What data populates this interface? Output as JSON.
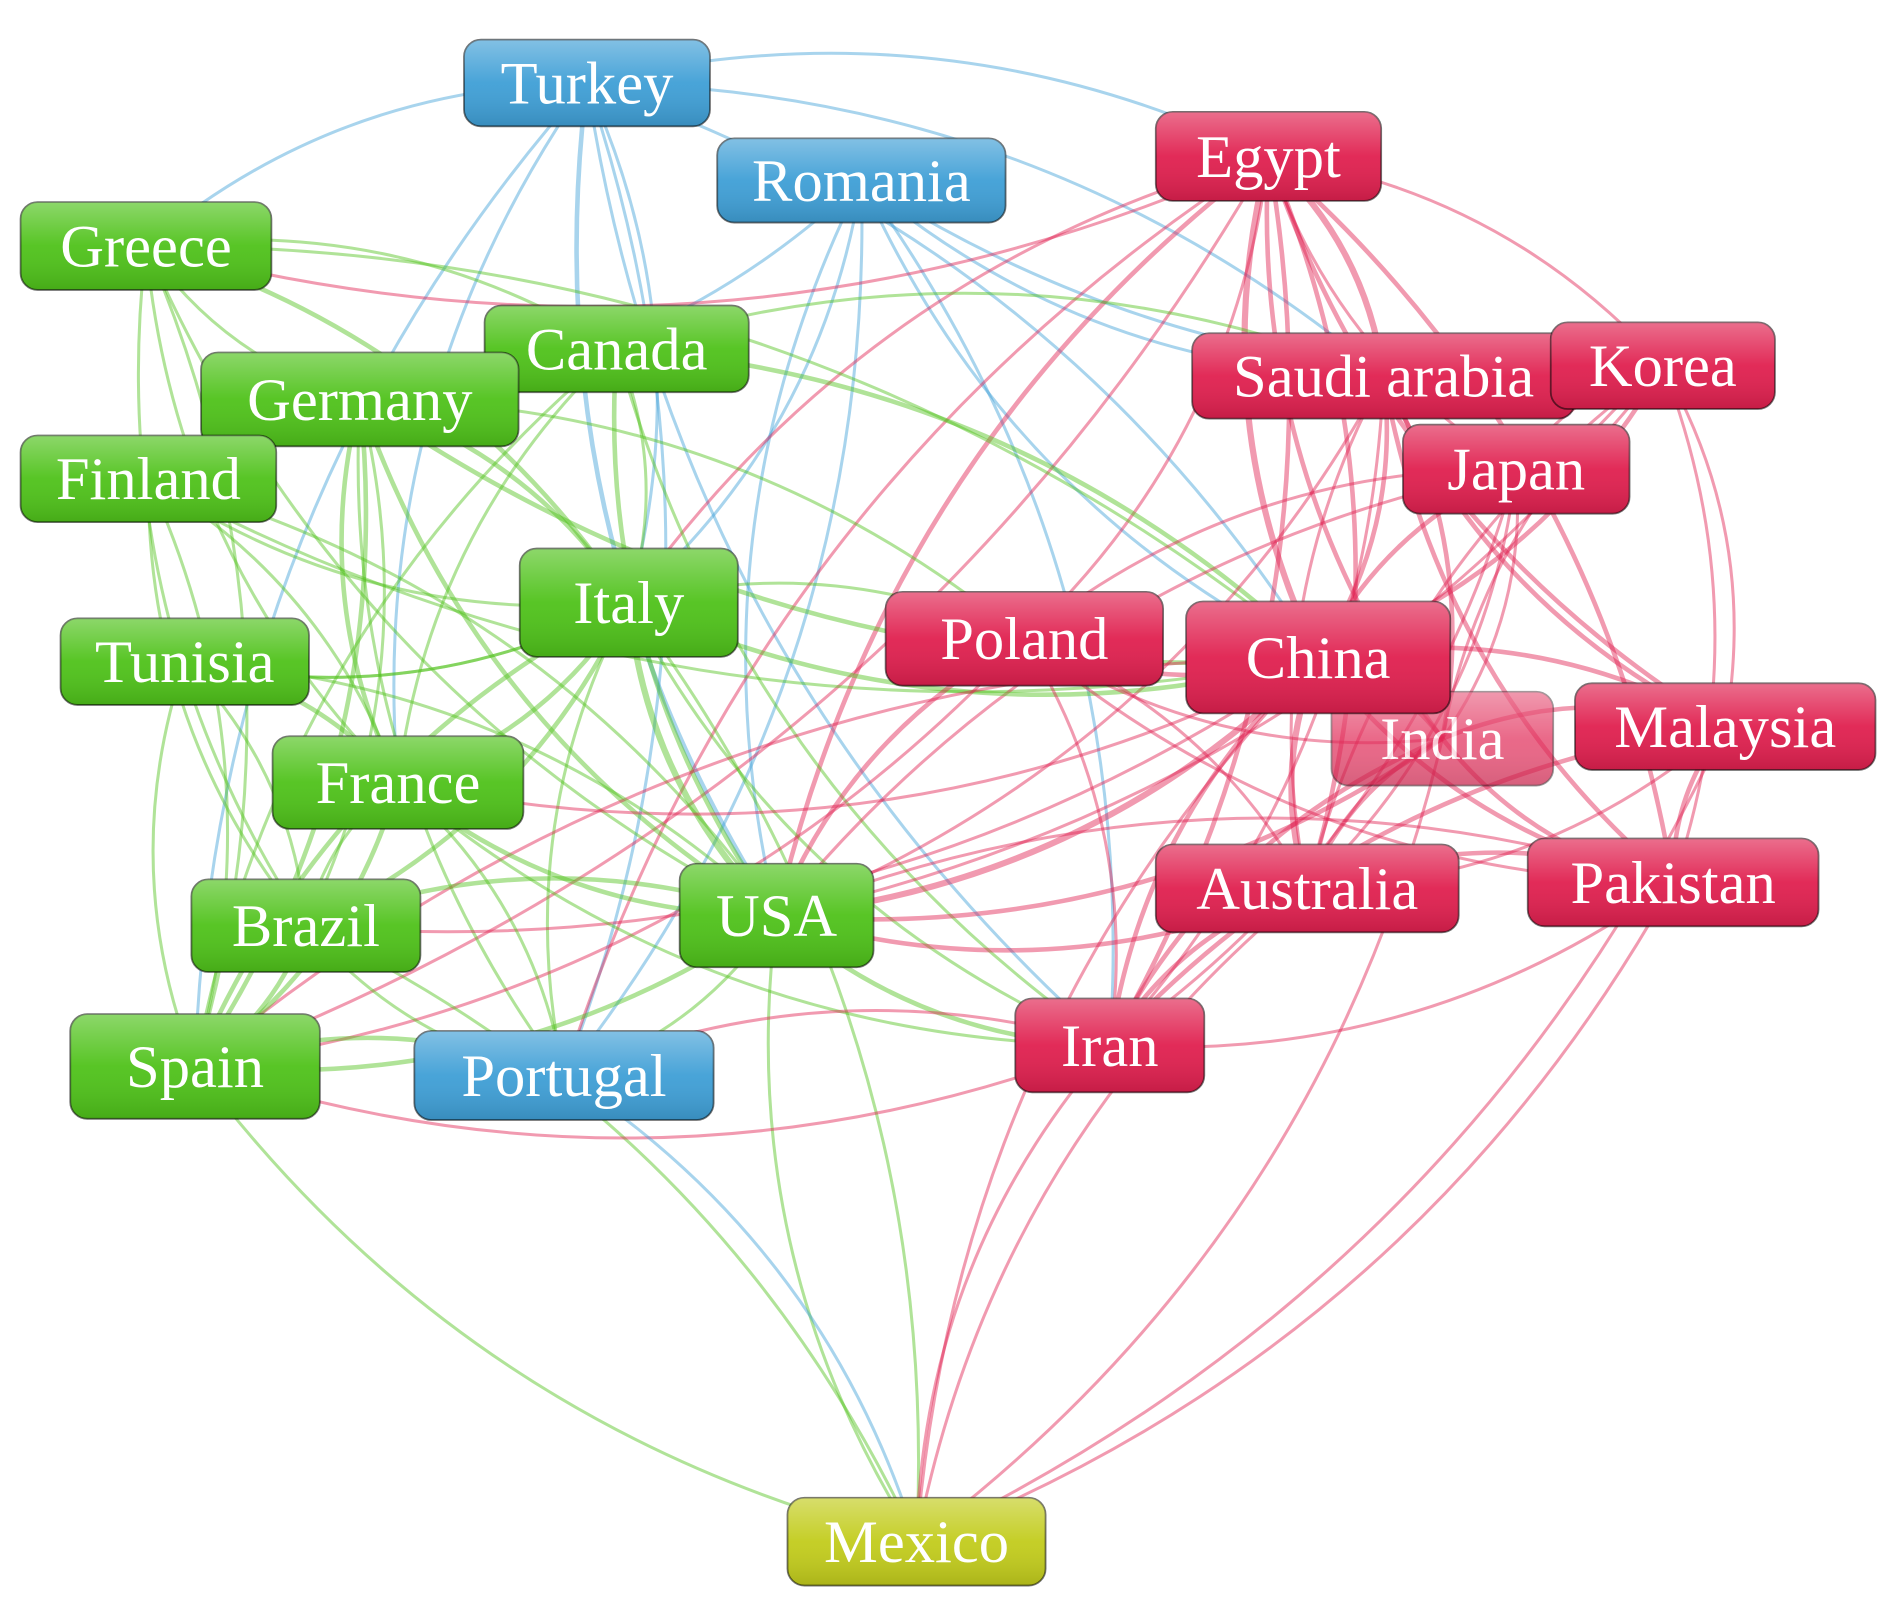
{
  "title": "Country co-authorship network",
  "clusters": {
    "green": "#4fc21a",
    "blue": "#3f9fd6",
    "red": "#e0204f",
    "yellow": "#c2cc1c"
  },
  "nodes": [
    {
      "id": "turkey",
      "label": "Turkey",
      "cluster": "blue"
    },
    {
      "id": "romania",
      "label": "Romania",
      "cluster": "blue"
    },
    {
      "id": "egypt",
      "label": "Egypt",
      "cluster": "red"
    },
    {
      "id": "greece",
      "label": "Greece",
      "cluster": "green"
    },
    {
      "id": "canada",
      "label": "Canada",
      "cluster": "green"
    },
    {
      "id": "germany",
      "label": "Germany",
      "cluster": "green"
    },
    {
      "id": "finland",
      "label": "Finland",
      "cluster": "green"
    },
    {
      "id": "saudi",
      "label": "Saudi arabia",
      "cluster": "red"
    },
    {
      "id": "korea",
      "label": "Korea",
      "cluster": "red"
    },
    {
      "id": "japan",
      "label": "Japan",
      "cluster": "red"
    },
    {
      "id": "italy",
      "label": "Italy",
      "cluster": "green"
    },
    {
      "id": "poland",
      "label": "Poland",
      "cluster": "red"
    },
    {
      "id": "china",
      "label": "China",
      "cluster": "red"
    },
    {
      "id": "tunisia",
      "label": "Tunisia",
      "cluster": "green"
    },
    {
      "id": "india",
      "label": "India",
      "cluster": "red"
    },
    {
      "id": "malaysia",
      "label": "Malaysia",
      "cluster": "red"
    },
    {
      "id": "france",
      "label": "France",
      "cluster": "green"
    },
    {
      "id": "australia",
      "label": "Australia",
      "cluster": "red"
    },
    {
      "id": "pakistan",
      "label": "Pakistan",
      "cluster": "red"
    },
    {
      "id": "usa",
      "label": "USA",
      "cluster": "green"
    },
    {
      "id": "brazil",
      "label": "Brazil",
      "cluster": "green"
    },
    {
      "id": "iran",
      "label": "Iran",
      "cluster": "red"
    },
    {
      "id": "spain",
      "label": "Spain",
      "cluster": "green"
    },
    {
      "id": "portugal",
      "label": "Portugal",
      "cluster": "blue"
    },
    {
      "id": "mexico",
      "label": "Mexico",
      "cluster": "yellow"
    }
  ],
  "links": [
    [
      "turkey",
      "egypt",
      1
    ],
    [
      "turkey",
      "greece",
      1
    ],
    [
      "turkey",
      "italy",
      1
    ],
    [
      "turkey",
      "usa",
      2
    ],
    [
      "turkey",
      "portugal",
      1
    ],
    [
      "turkey",
      "spain",
      1
    ],
    [
      "turkey",
      "china",
      1
    ],
    [
      "turkey",
      "iran",
      1
    ],
    [
      "turkey",
      "saudi",
      1
    ],
    [
      "turkey",
      "france",
      1
    ],
    [
      "romania",
      "italy",
      1
    ],
    [
      "romania",
      "usa",
      1
    ],
    [
      "romania",
      "portugal",
      1
    ],
    [
      "romania",
      "china",
      1
    ],
    [
      "romania",
      "iran",
      1
    ],
    [
      "romania",
      "saudi",
      1
    ],
    [
      "romania",
      "germany",
      1
    ],
    [
      "romania",
      "korea",
      1
    ],
    [
      "egypt",
      "saudi",
      3
    ],
    [
      "egypt",
      "china",
      3
    ],
    [
      "egypt",
      "iran",
      2
    ],
    [
      "egypt",
      "india",
      2
    ],
    [
      "egypt",
      "pakistan",
      2
    ],
    [
      "egypt",
      "malaysia",
      2
    ],
    [
      "egypt",
      "korea",
      1
    ],
    [
      "egypt",
      "japan",
      1
    ],
    [
      "egypt",
      "australia",
      2
    ],
    [
      "egypt",
      "usa",
      2
    ],
    [
      "egypt",
      "poland",
      1
    ],
    [
      "egypt",
      "italy",
      1
    ],
    [
      "egypt",
      "greece",
      1
    ],
    [
      "egypt",
      "portugal",
      1
    ],
    [
      "egypt",
      "spain",
      1
    ],
    [
      "greece",
      "germany",
      1
    ],
    [
      "greece",
      "italy",
      2
    ],
    [
      "greece",
      "france",
      1
    ],
    [
      "greece",
      "spain",
      1
    ],
    [
      "greece",
      "usa",
      1
    ],
    [
      "greece",
      "canada",
      1
    ],
    [
      "greece",
      "brazil",
      1
    ],
    [
      "greece",
      "china",
      1
    ],
    [
      "canada",
      "usa",
      2
    ],
    [
      "canada",
      "italy",
      1
    ],
    [
      "canada",
      "france",
      1
    ],
    [
      "canada",
      "china",
      2
    ],
    [
      "canada",
      "spain",
      1
    ],
    [
      "canada",
      "saudi",
      1
    ],
    [
      "canada",
      "iran",
      1
    ],
    [
      "canada",
      "germany",
      1
    ],
    [
      "germany",
      "usa",
      2
    ],
    [
      "germany",
      "italy",
      2
    ],
    [
      "germany",
      "france",
      2
    ],
    [
      "germany",
      "spain",
      2
    ],
    [
      "germany",
      "china",
      2
    ],
    [
      "germany",
      "brazil",
      1
    ],
    [
      "germany",
      "finland",
      1
    ],
    [
      "germany",
      "poland",
      1
    ],
    [
      "germany",
      "portugal",
      1
    ],
    [
      "finland",
      "spain",
      1
    ],
    [
      "finland",
      "italy",
      1
    ],
    [
      "finland",
      "usa",
      1
    ],
    [
      "finland",
      "china",
      1
    ],
    [
      "finland",
      "france",
      1
    ],
    [
      "finland",
      "brazil",
      1
    ],
    [
      "saudi",
      "china",
      2
    ],
    [
      "saudi",
      "pakistan",
      2
    ],
    [
      "saudi",
      "india",
      2
    ],
    [
      "saudi",
      "malaysia",
      2
    ],
    [
      "saudi",
      "iran",
      1
    ],
    [
      "saudi",
      "australia",
      1
    ],
    [
      "saudi",
      "usa",
      1
    ],
    [
      "saudi",
      "korea",
      1
    ],
    [
      "korea",
      "china",
      2
    ],
    [
      "korea",
      "india",
      1
    ],
    [
      "korea",
      "pakistan",
      1
    ],
    [
      "korea",
      "australia",
      1
    ],
    [
      "korea",
      "usa",
      1
    ],
    [
      "korea",
      "japan",
      1
    ],
    [
      "korea",
      "malaysia",
      1
    ],
    [
      "japan",
      "china",
      2
    ],
    [
      "japan",
      "india",
      1
    ],
    [
      "japan",
      "usa",
      1
    ],
    [
      "japan",
      "australia",
      1
    ],
    [
      "japan",
      "poland",
      1
    ],
    [
      "japan",
      "iran",
      1
    ],
    [
      "italy",
      "usa",
      3
    ],
    [
      "italy",
      "france",
      2
    ],
    [
      "italy",
      "spain",
      2
    ],
    [
      "italy",
      "brazil",
      2
    ],
    [
      "italy",
      "china",
      2
    ],
    [
      "italy",
      "poland",
      1
    ],
    [
      "italy",
      "portugal",
      1
    ],
    [
      "italy",
      "tunisia",
      1
    ],
    [
      "italy",
      "iran",
      1
    ],
    [
      "italy",
      "mexico",
      1
    ],
    [
      "poland",
      "china",
      2
    ],
    [
      "poland",
      "iran",
      1
    ],
    [
      "poland",
      "india",
      1
    ],
    [
      "poland",
      "australia",
      1
    ],
    [
      "poland",
      "usa",
      2
    ],
    [
      "poland",
      "spain",
      1
    ],
    [
      "poland",
      "pakistan",
      1
    ],
    [
      "china",
      "usa",
      3
    ],
    [
      "china",
      "australia",
      3
    ],
    [
      "china",
      "india",
      2
    ],
    [
      "china",
      "pakistan",
      2
    ],
    [
      "china",
      "malaysia",
      2
    ],
    [
      "china",
      "iran",
      2
    ],
    [
      "china",
      "france",
      1
    ],
    [
      "china",
      "spain",
      1
    ],
    [
      "china",
      "brazil",
      1
    ],
    [
      "china",
      "mexico",
      1
    ],
    [
      "tunisia",
      "france",
      2
    ],
    [
      "tunisia",
      "spain",
      1
    ],
    [
      "tunisia",
      "usa",
      1
    ],
    [
      "tunisia",
      "italy",
      1
    ],
    [
      "tunisia",
      "brazil",
      1
    ],
    [
      "india",
      "pakistan",
      2
    ],
    [
      "india",
      "malaysia",
      2
    ],
    [
      "india",
      "australia",
      2
    ],
    [
      "india",
      "usa",
      2
    ],
    [
      "india",
      "iran",
      2
    ],
    [
      "india",
      "mexico",
      1
    ],
    [
      "malaysia",
      "pakistan",
      2
    ],
    [
      "malaysia",
      "australia",
      1
    ],
    [
      "malaysia",
      "iran",
      2
    ],
    [
      "malaysia",
      "mexico",
      1
    ],
    [
      "france",
      "usa",
      2
    ],
    [
      "france",
      "spain",
      2
    ],
    [
      "france",
      "brazil",
      1
    ],
    [
      "france",
      "portugal",
      1
    ],
    [
      "france",
      "iran",
      1
    ],
    [
      "australia",
      "usa",
      2
    ],
    [
      "australia",
      "iran",
      2
    ],
    [
      "australia",
      "pakistan",
      2
    ],
    [
      "australia",
      "mexico",
      1
    ],
    [
      "pakistan",
      "iran",
      1
    ],
    [
      "pakistan",
      "usa",
      1
    ],
    [
      "pakistan",
      "mexico",
      1
    ],
    [
      "usa",
      "brazil",
      2
    ],
    [
      "usa",
      "spain",
      2
    ],
    [
      "usa",
      "iran",
      2
    ],
    [
      "usa",
      "portugal",
      1
    ],
    [
      "usa",
      "mexico",
      1
    ],
    [
      "brazil",
      "spain",
      2
    ],
    [
      "brazil",
      "portugal",
      1
    ],
    [
      "brazil",
      "mexico",
      1
    ],
    [
      "iran",
      "portugal",
      1
    ],
    [
      "iran",
      "spain",
      1
    ],
    [
      "iran",
      "mexico",
      1
    ],
    [
      "spain",
      "portugal",
      2
    ],
    [
      "spain",
      "mexico",
      1
    ],
    [
      "portugal",
      "mexico",
      1
    ]
  ]
}
